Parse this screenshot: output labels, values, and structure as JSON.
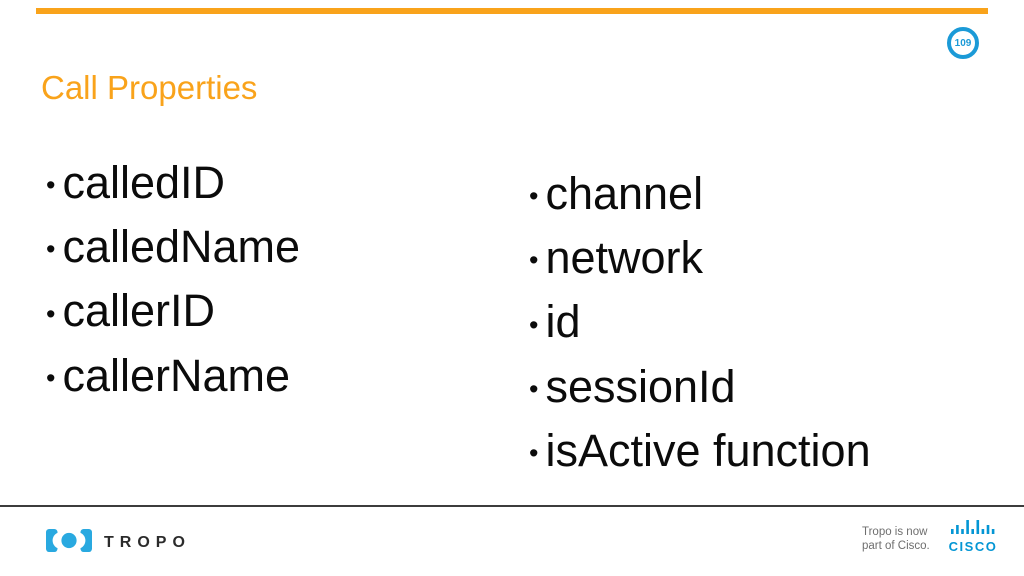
{
  "slide": {
    "number": "109",
    "title": "Call Properties",
    "bullet_glyph": "•",
    "accent_color": "#F9A31B",
    "badge_color": "#1B9AD7",
    "text_color": "#0b0b0b"
  },
  "lists": {
    "left": {
      "items": [
        "calledID",
        "calledName",
        "callerID",
        "callerName"
      ]
    },
    "right": {
      "items": [
        "channel",
        "network",
        "id",
        "sessionId",
        "isActive function"
      ]
    }
  },
  "footer": {
    "tropo_wordmark": "TROPO",
    "tropo_blue": "#29A9E0",
    "note_line1": "Tropo is now",
    "note_line2": "part of Cisco.",
    "cisco_wordmark": "CISCO",
    "cisco_blue": "#0496D4"
  },
  "icons": {
    "tropo_mark": "tropo-brackets-dot-icon",
    "cisco_mark": "cisco-bridge-bars-icon",
    "bullet": "bullet-dot-icon"
  }
}
